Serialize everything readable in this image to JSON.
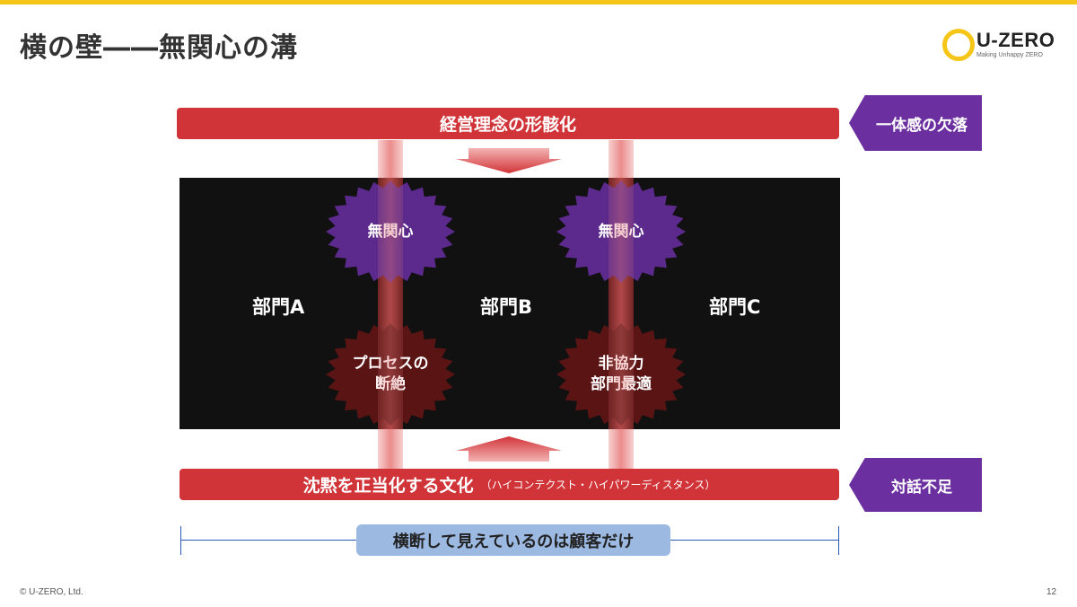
{
  "title": "横の壁――無関心の溝",
  "logo": {
    "text": "U-ZERO",
    "tagline": "Making Unhappy ZERO"
  },
  "top_bar": {
    "label": "経営理念の形骸化"
  },
  "top_tag": {
    "label": "一体感の欠落"
  },
  "departments": [
    "部門A",
    "部門B",
    "部門C"
  ],
  "bursts": {
    "upper_left": "無関心",
    "upper_right": "無関心",
    "lower_left": "プロセスの\n断絶",
    "lower_right": "非協力\n部門最適"
  },
  "bottom_bar": {
    "label": "沈黙を正当化する文化",
    "sub": "（ハイコンテクスト・ハイパワーディスタンス）"
  },
  "bottom_tag": {
    "label": "対話不足"
  },
  "pill": {
    "label": "横断して見えているのは顧客だけ"
  },
  "footer": {
    "copyright": "© U-ZERO, Ltd.",
    "page_number": "12"
  },
  "colors": {
    "accent_yellow": "#f5c518",
    "red": "#d13438",
    "purple": "#6b2fa0",
    "dark_purple_burst": "#5b2a8c",
    "dark_red_burst": "#5a1414",
    "blue_line": "#2a58b5",
    "pill_blue": "#9cb9e2"
  }
}
